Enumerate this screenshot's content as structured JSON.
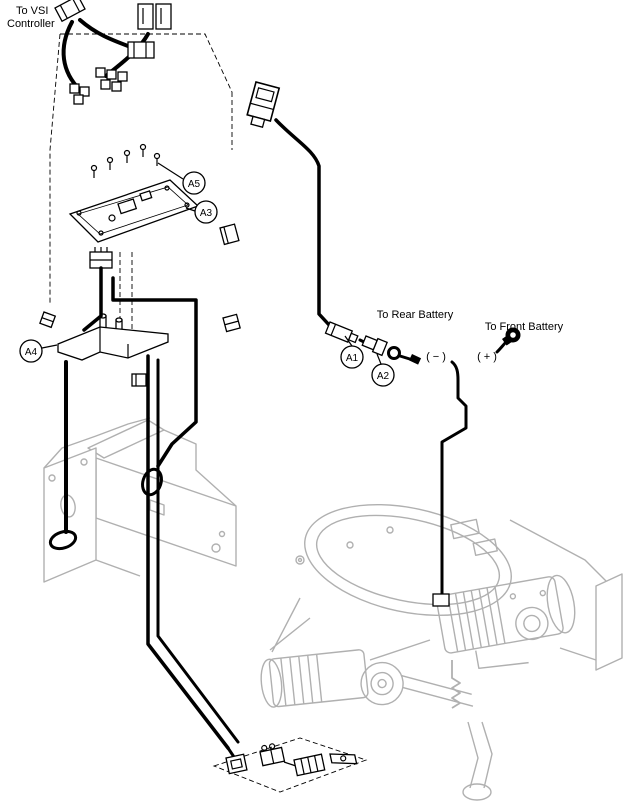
{
  "diagram": {
    "labels": {
      "vsi_line1": "To VSI",
      "vsi_line2": "Controller",
      "rear_battery": "To Rear Battery",
      "front_battery": "To Front Battery",
      "negative_terminal": "( − )",
      "positive_terminal": "( + )"
    },
    "callouts": [
      {
        "id": "A1"
      },
      {
        "id": "A2"
      },
      {
        "id": "A3"
      },
      {
        "id": "A4"
      },
      {
        "id": "A5"
      }
    ],
    "colors": {
      "line": "#000000",
      "chassis": "#b0b0b0",
      "background": "#ffffff"
    }
  }
}
